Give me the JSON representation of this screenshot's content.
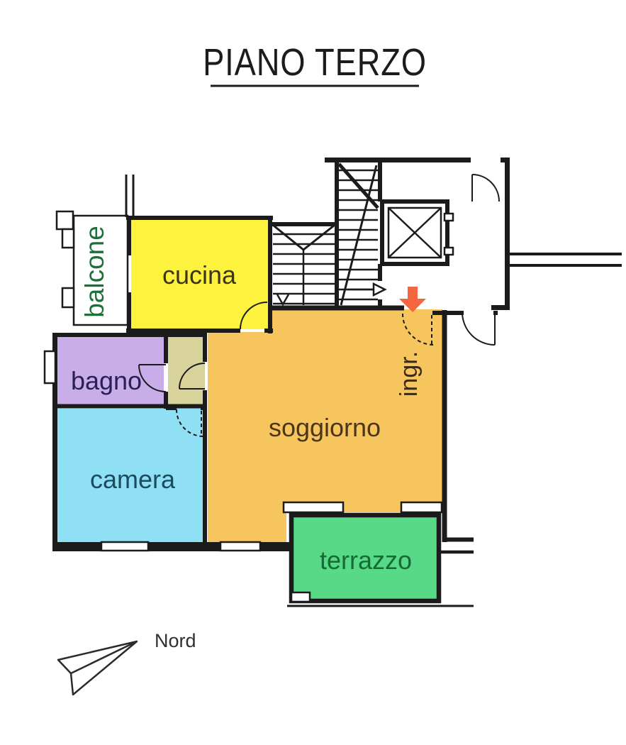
{
  "title": "PIANO TERZO",
  "floor_plan": {
    "rooms": {
      "balcone": {
        "label": "balcone",
        "color": "#57D988",
        "label_color": "#1D6F3A"
      },
      "cucina": {
        "label": "cucina",
        "color": "#FDF23E",
        "label_color": "#3A3420"
      },
      "bagno": {
        "label": "bagno",
        "color": "#C9ADE8",
        "label_color": "#2A2057"
      },
      "disimpegno": {
        "label": "",
        "color": "#D8D39A"
      },
      "camera": {
        "label": "camera",
        "color": "#8FE0F4",
        "label_color": "#1C4B5E"
      },
      "soggiorno": {
        "label": "soggiorno",
        "color": "#F6C55E",
        "label_color": "#4C3519"
      },
      "terrazzo": {
        "label": "terrazzo",
        "color": "#57D988",
        "label_color": "#156B33"
      }
    },
    "entrance": {
      "label": "ingr.",
      "label_color": "#3B2A14",
      "arrow_color": "#F4663E"
    },
    "walls_color": "#1B1B1B"
  },
  "compass": {
    "label": "Nord",
    "label_color": "#2F2F2F"
  }
}
